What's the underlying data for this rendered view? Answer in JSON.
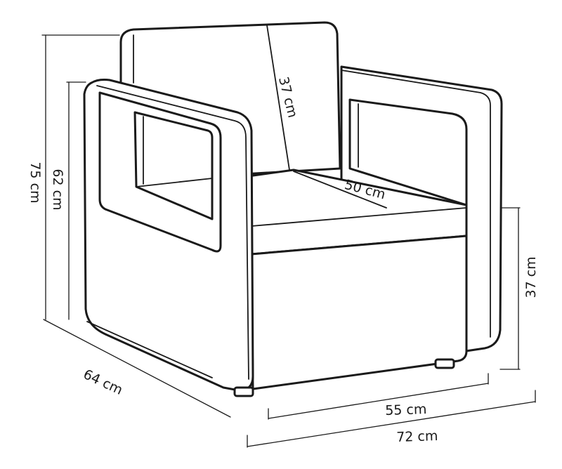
{
  "diagram": {
    "dimensions": {
      "backrest_height": "37 cm",
      "seat_depth": "50 cm",
      "armrest_height": "62 cm",
      "total_height": "75 cm",
      "seat_height": "37 cm",
      "depth": "64 cm",
      "seat_width": "55 cm",
      "total_width": "72 cm"
    }
  }
}
